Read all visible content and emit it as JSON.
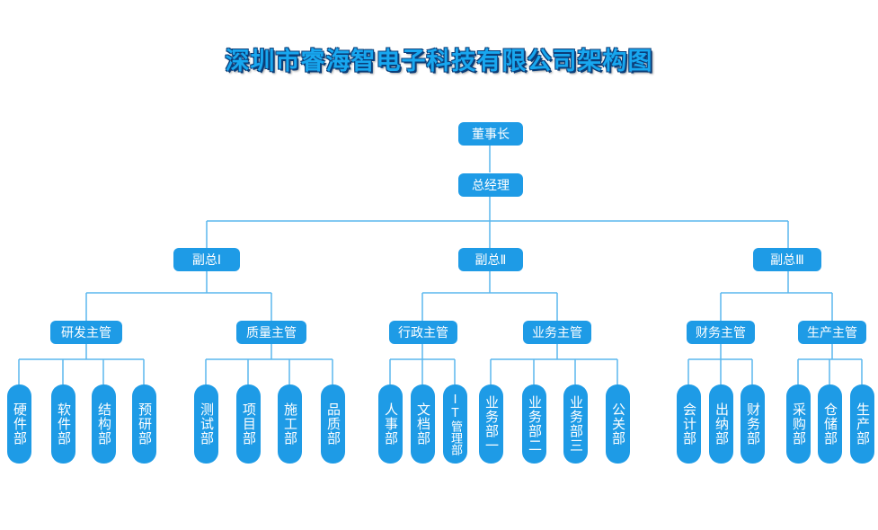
{
  "title": "深圳市睿海智电子科技有限公司架构图",
  "chairman": "董事长",
  "gm": "总经理",
  "vps": [
    "副总Ⅰ",
    "副总Ⅱ",
    "副总Ⅲ"
  ],
  "managers": [
    "研发主管",
    "质量主管",
    "行政主管",
    "业务主管",
    "财务主管",
    "生产主管"
  ],
  "departments": [
    "硬件部",
    "软件部",
    "结构部",
    "预研部",
    "测试部",
    "项目部",
    "施工部",
    "品质部",
    "人事部",
    "文档部",
    "IT管理部",
    "业务部一",
    "业务部二",
    "业务部三",
    "公关部",
    "会计部",
    "出纳部",
    "财务部",
    "采购部",
    "仓储部",
    "生产部"
  ],
  "colors": {
    "node": "#1e9be6",
    "line": "#5ab7ee",
    "title": "#18a7ef",
    "title_shadow": "#0b3d78"
  }
}
